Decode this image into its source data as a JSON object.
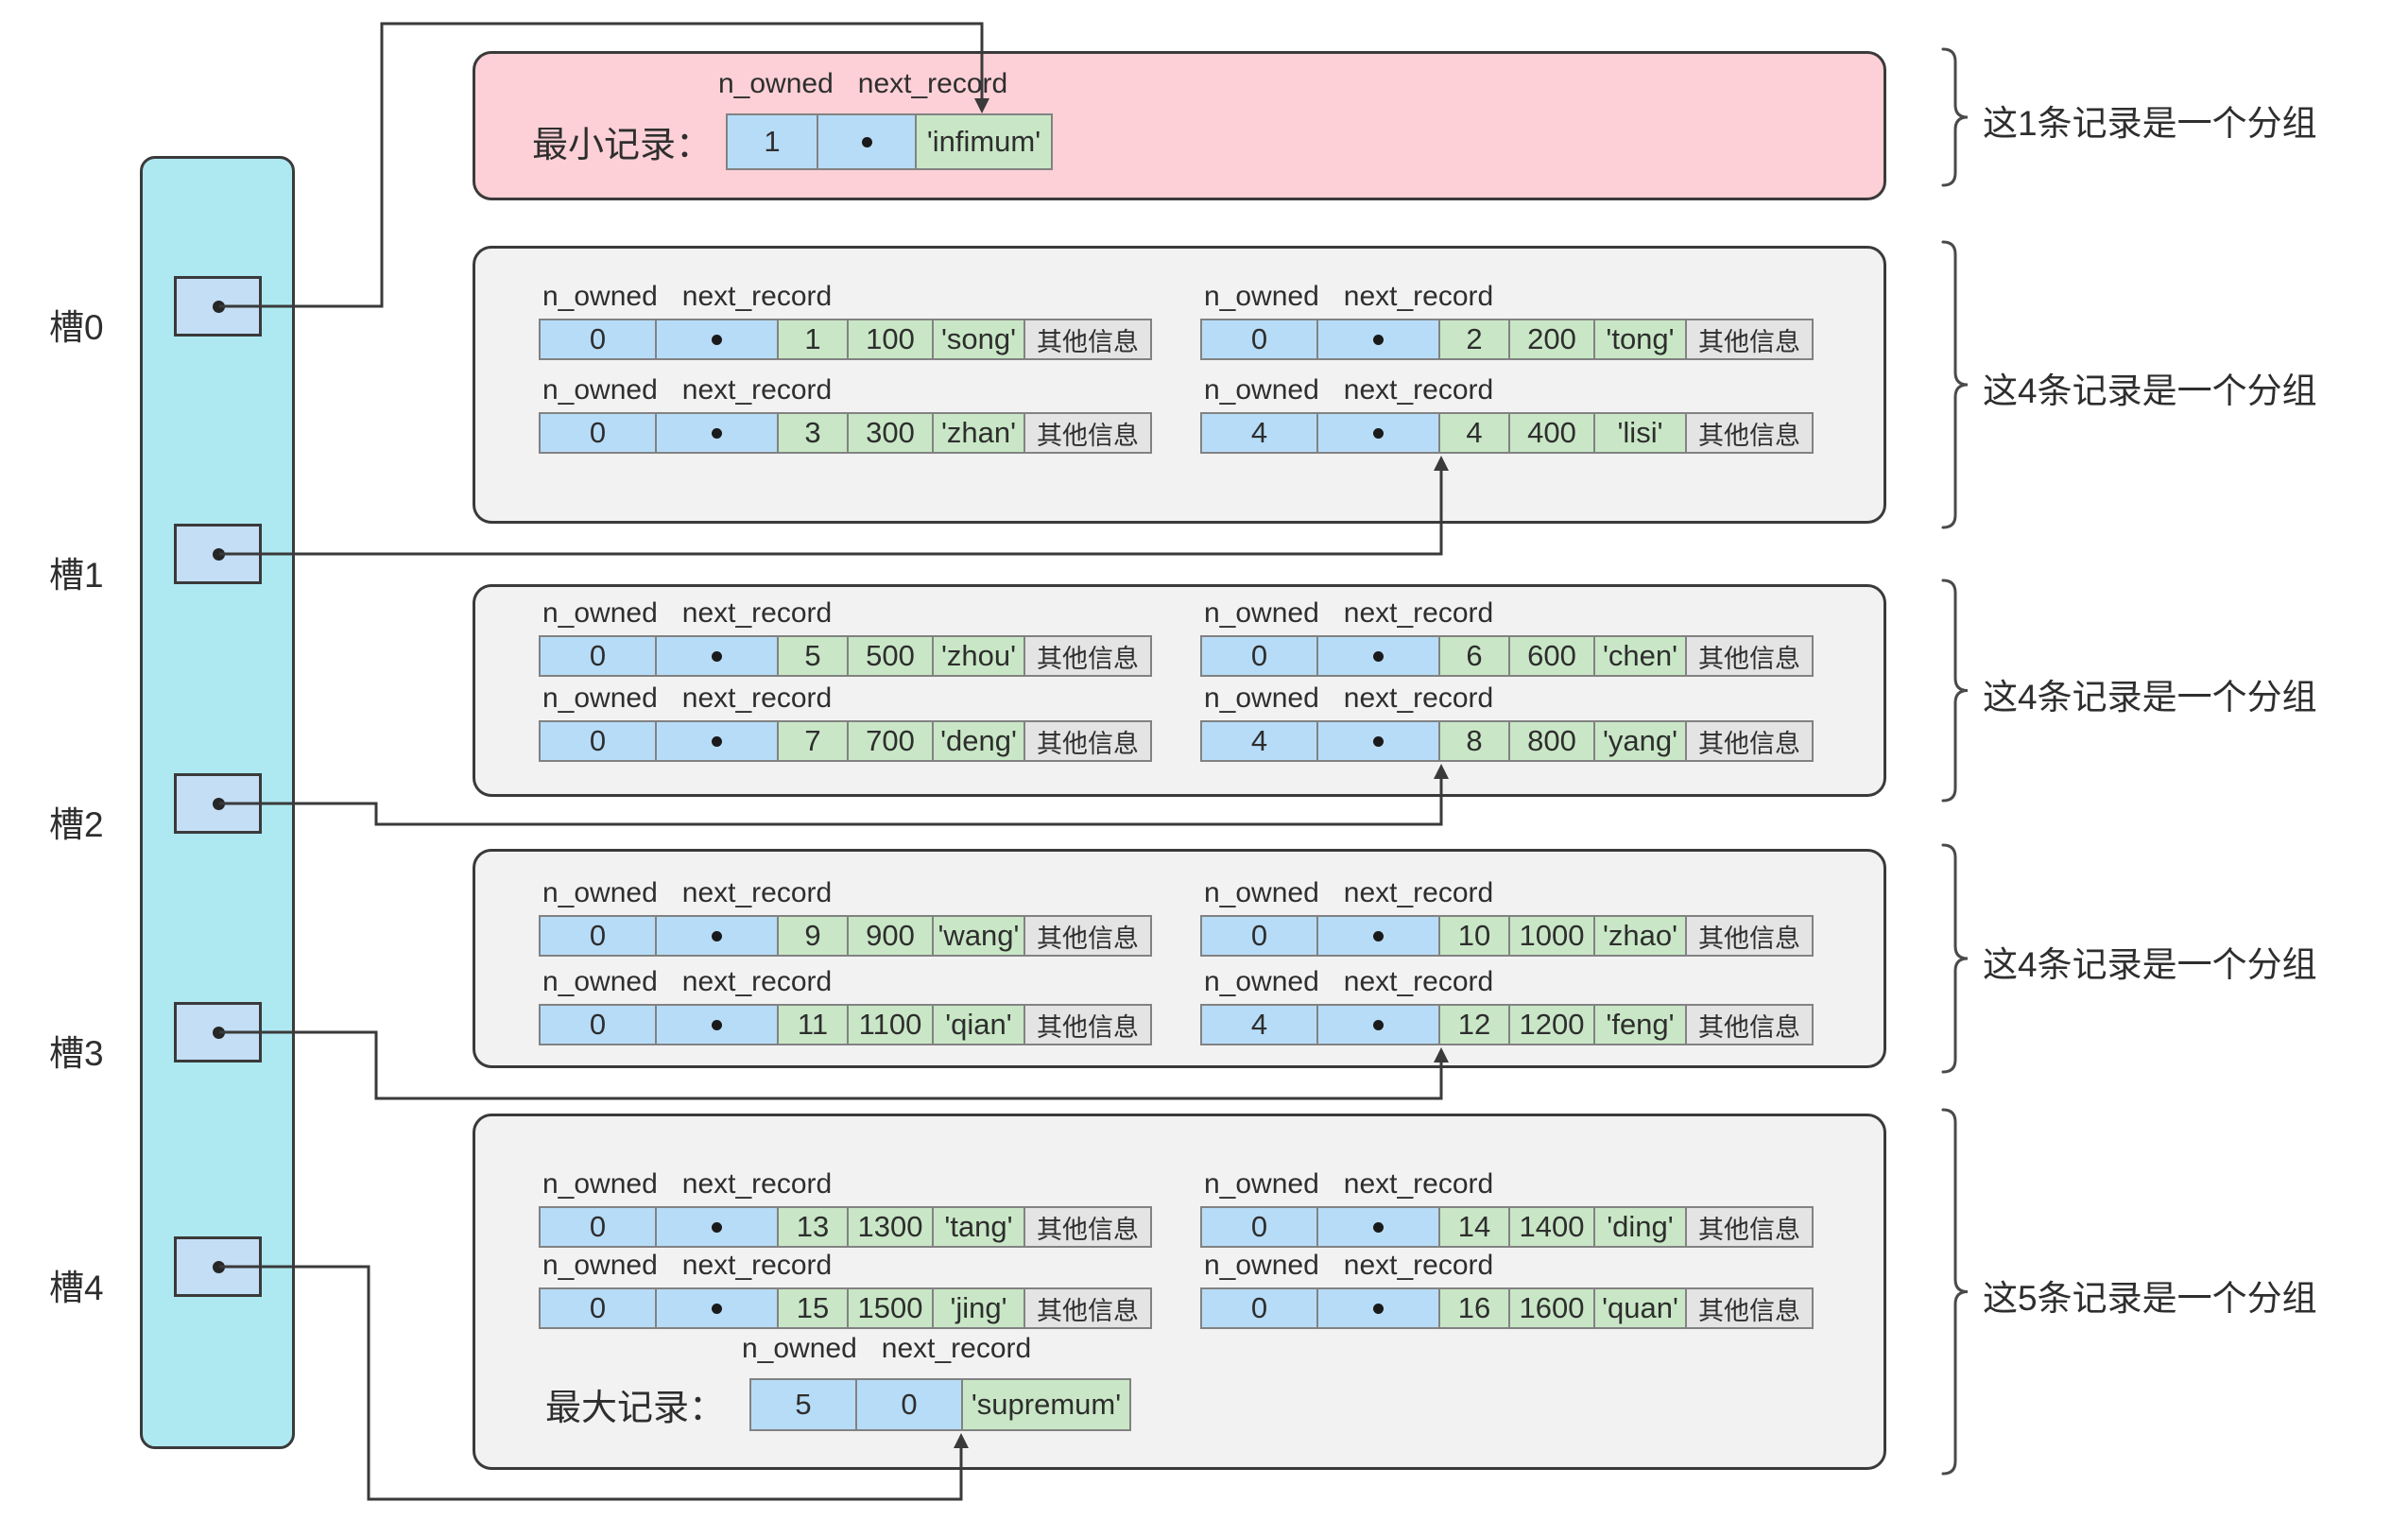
{
  "record_header": {
    "n_owned": "n_owned",
    "next_record": "next_record"
  },
  "slot_panel": {
    "labels": [
      "槽0",
      "槽1",
      "槽2",
      "槽3",
      "槽4"
    ]
  },
  "min_record": {
    "label": "最小记录：",
    "cells": [
      "1",
      "•",
      "'infimum'"
    ]
  },
  "max_record": {
    "label": "最大记录：",
    "cells": [
      "5",
      "0",
      "'supremum'"
    ]
  },
  "groups": [
    {
      "brace_label": "这1条记录是一个分组",
      "records": []
    },
    {
      "brace_label": "这4条记录是一个分组",
      "records": [
        [
          "0",
          "•",
          "1",
          "100",
          "'song'",
          "其他信息"
        ],
        [
          "0",
          "•",
          "2",
          "200",
          "'tong'",
          "其他信息"
        ],
        [
          "0",
          "•",
          "3",
          "300",
          "'zhan'",
          "其他信息"
        ],
        [
          "4",
          "•",
          "4",
          "400",
          "'lisi'",
          "其他信息"
        ]
      ]
    },
    {
      "brace_label": "这4条记录是一个分组",
      "records": [
        [
          "0",
          "•",
          "5",
          "500",
          "'zhou'",
          "其他信息"
        ],
        [
          "0",
          "•",
          "6",
          "600",
          "'chen'",
          "其他信息"
        ],
        [
          "0",
          "•",
          "7",
          "700",
          "'deng'",
          "其他信息"
        ],
        [
          "4",
          "•",
          "8",
          "800",
          "'yang'",
          "其他信息"
        ]
      ]
    },
    {
      "brace_label": "这4条记录是一个分组",
      "records": [
        [
          "0",
          "•",
          "9",
          "900",
          "'wang'",
          "其他信息"
        ],
        [
          "0",
          "•",
          "10",
          "1000",
          "'zhao'",
          "其他信息"
        ],
        [
          "0",
          "•",
          "11",
          "1100",
          "'qian'",
          "其他信息"
        ],
        [
          "4",
          "•",
          "12",
          "1200",
          "'feng'",
          "其他信息"
        ]
      ]
    },
    {
      "brace_label": "这5条记录是一个分组",
      "records": [
        [
          "0",
          "•",
          "13",
          "1300",
          "'tang'",
          "其他信息"
        ],
        [
          "0",
          "•",
          "14",
          "1400",
          "'ding'",
          "其他信息"
        ],
        [
          "0",
          "•",
          "15",
          "1500",
          "'jing'",
          "其他信息"
        ],
        [
          "0",
          "•",
          "16",
          "1600",
          "'quan'",
          "其他信息"
        ]
      ]
    }
  ],
  "colors": {
    "pink_box": "#fcd0d6",
    "group_box": "#f2f2f2",
    "slot_panel": "#aee9f1",
    "slot_square": "#c3def5",
    "blue_cell": "#b7dcf7",
    "green_cell": "#c9e7c6",
    "gray_cell": "#e4e4e4",
    "stroke": "#3a3a3a"
  }
}
